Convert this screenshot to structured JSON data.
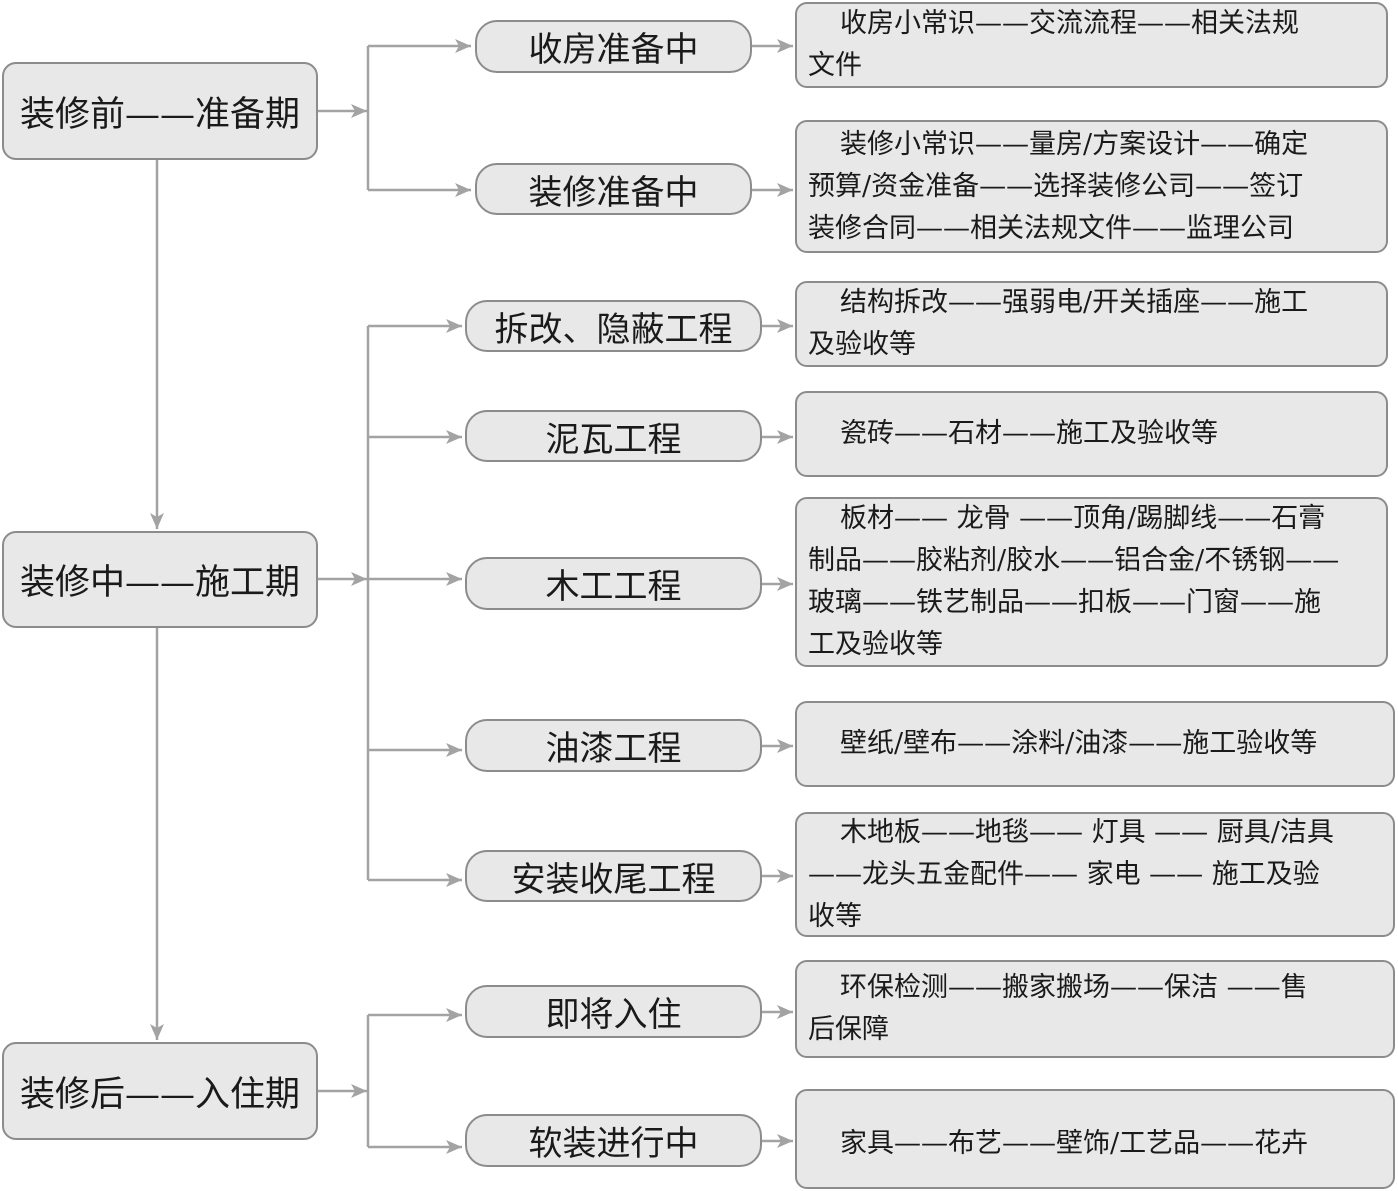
{
  "phases": [
    {
      "label": "装修前——准备期",
      "stages": [
        {
          "label": "收房准备中",
          "detail": [
            "收房小常识——交流流程——相关法规",
            "文件"
          ]
        },
        {
          "label": "装修准备中",
          "detail": [
            "装修小常识——量房/方案设计——确定",
            "预算/资金准备——选择装修公司——签订",
            "装修合同——相关法规文件——监理公司"
          ]
        }
      ]
    },
    {
      "label": "装修中——施工期",
      "stages": [
        {
          "label": "拆改、隐蔽工程",
          "detail": [
            "结构拆改——强弱电/开关插座——施工",
            "及验收等"
          ]
        },
        {
          "label": "泥瓦工程",
          "detail": [
            "瓷砖——石材——施工及验收等"
          ]
        },
        {
          "label": "木工工程",
          "detail": [
            "板材—— 龙骨 ——顶角/踢脚线——石膏",
            "制品——胶粘剂/胶水——铝合金/不锈钢——",
            "玻璃——铁艺制品——扣板——门窗——施",
            "工及验收等"
          ]
        },
        {
          "label": "油漆工程",
          "detail": [
            "壁纸/壁布——涂料/油漆——施工验收等"
          ]
        },
        {
          "label": "安装收尾工程",
          "detail": [
            "木地板——地毯—— 灯具 —— 厨具/洁具",
            "——龙头五金配件—— 家电 —— 施工及验",
            "收等"
          ]
        }
      ]
    },
    {
      "label": "装修后——入住期",
      "stages": [
        {
          "label": "即将入住",
          "detail": [
            "环保检测——搬家搬场——保洁 ——售",
            "后保障"
          ]
        },
        {
          "label": "软装进行中",
          "detail": [
            "家具——布艺——壁饰/工艺品——花卉"
          ]
        }
      ]
    }
  ],
  "colors": {
    "box_fill": "#e8e8e8",
    "box_border": "#8c8c8c",
    "connector": "#a3a3a3",
    "text": "#1a1a1a"
  }
}
